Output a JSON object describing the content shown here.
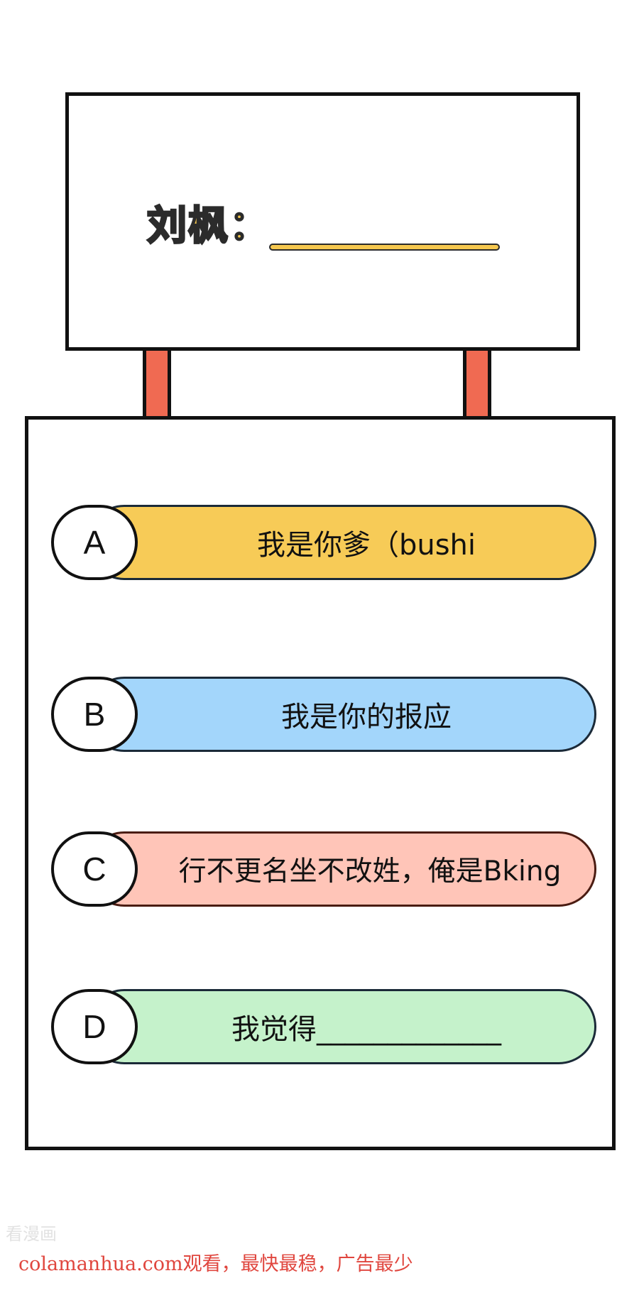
{
  "sign": {
    "text": "刘枫："
  },
  "options": [
    {
      "letter": "A",
      "text": "我是你爹（bushi"
    },
    {
      "letter": "B",
      "text": "我是你的报应"
    },
    {
      "letter": "C",
      "text": "行不更名坐不改姓，俺是Bking"
    },
    {
      "letter": "D",
      "text": "我觉得_____________"
    }
  ],
  "colors": {
    "option_a": "#f7cb57",
    "option_b": "#a3d6fb",
    "option_c": "#ffc5b8",
    "option_d": "#c5f2cb",
    "sign_text": "#f6c84f",
    "posts": "#f06a52",
    "watermark": "#e0463e"
  },
  "watermark": {
    "logo_text": "看漫画",
    "line": "colamanhua.com观看，最快最稳，广告最少"
  }
}
